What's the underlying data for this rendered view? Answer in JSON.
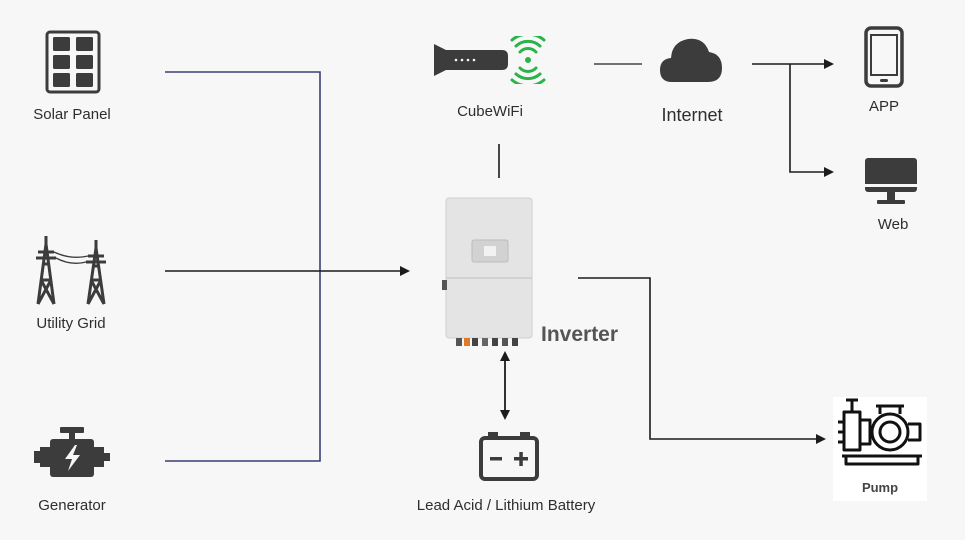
{
  "nodes": {
    "solar_panel": "Solar Panel",
    "utility_grid": "Utility Grid",
    "generator": "Generator",
    "cubewifi": "CubeWiFi",
    "internet": "Internet",
    "app": "APP",
    "web": "Web",
    "inverter": "Inverter",
    "battery": "Lead Acid / Lithium Battery",
    "pump": "Pump"
  },
  "icons": {
    "solar_panel": "solar-panel-icon",
    "utility_grid": "transmission-tower-icon",
    "generator": "engine-icon",
    "cubewifi": "wifi-dongle-icon",
    "internet": "cloud-icon",
    "app": "smartphone-icon",
    "web": "monitor-icon",
    "inverter": "inverter-icon",
    "battery": "battery-icon",
    "pump": "pump-icon"
  },
  "colors": {
    "source_lines": "#3a3f7a",
    "lines": "#2b2b2b",
    "icons": "#3c3c3c",
    "inverter_body": "#e4e4e4"
  }
}
